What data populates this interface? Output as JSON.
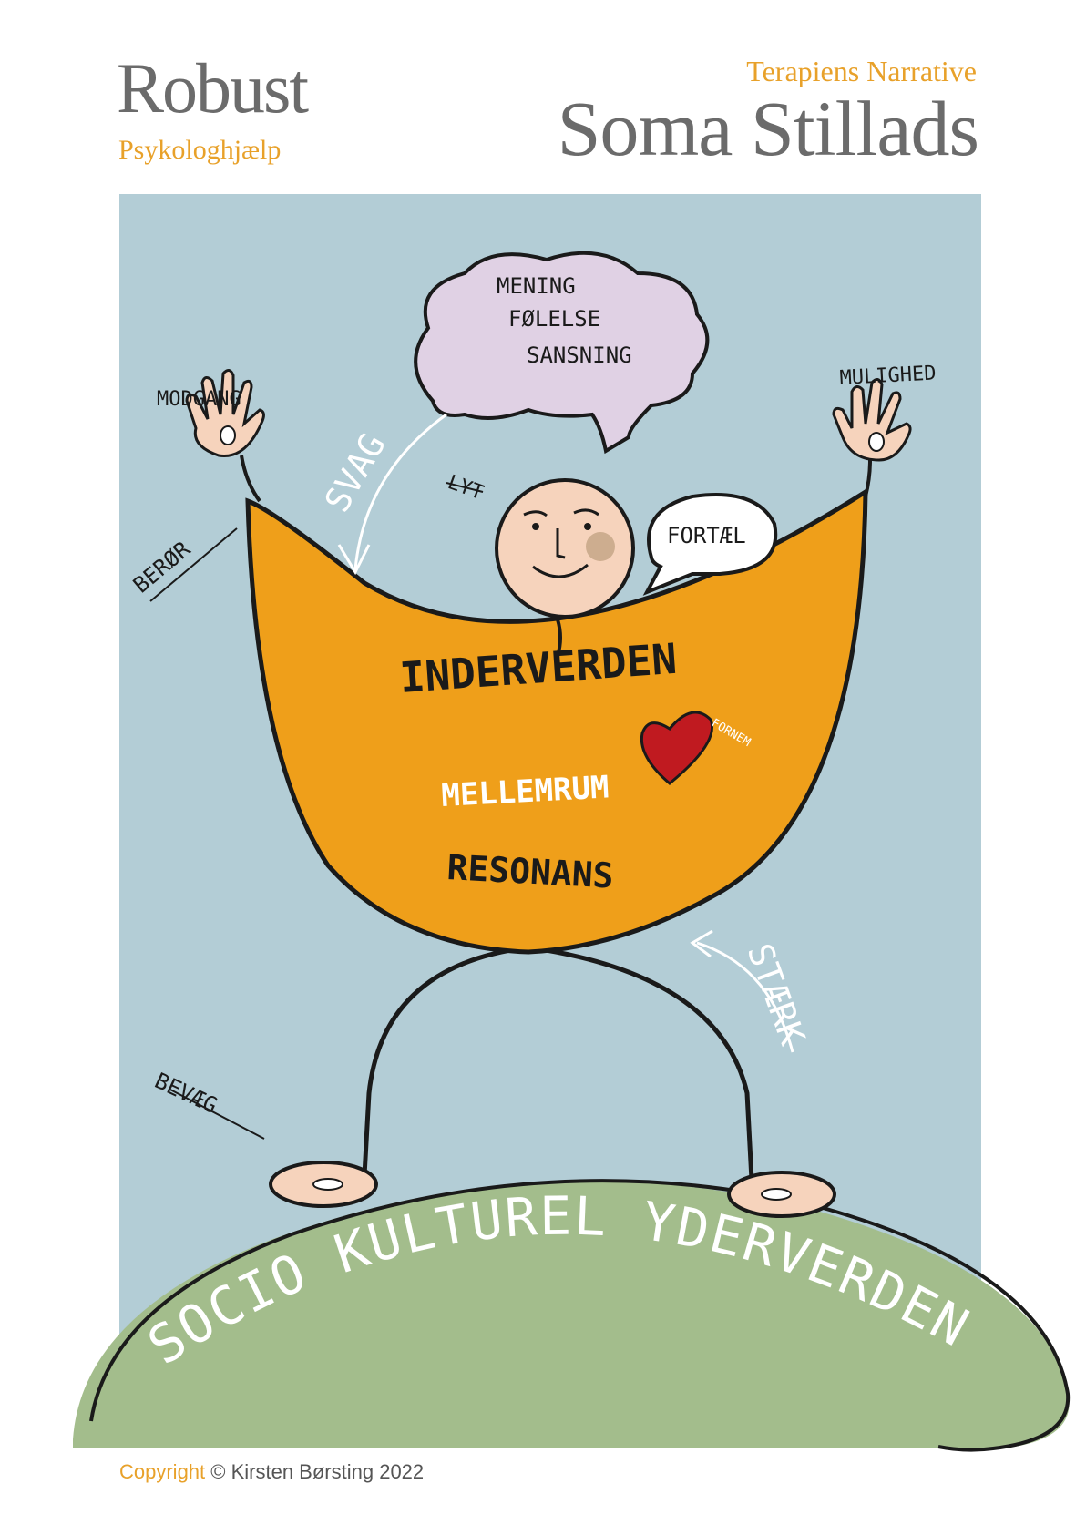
{
  "header": {
    "brand": "Robust",
    "brand_sub": "Psykologhjælp",
    "kicker": "Terapiens Narrative",
    "title": "Soma Stillads"
  },
  "illustration": {
    "thought_bubble": [
      "MENING",
      "FØLELSE",
      "SANSNING"
    ],
    "speech_bubble": "FORTÆL",
    "left_hand_label": "MODGANG",
    "right_hand_label": "MULIGHED",
    "face_label": "LYT",
    "left_arm_label": "BERØR",
    "down_arrow_label": "SVAG",
    "up_arrow_label": "STÆRK",
    "leg_label": "BEVÆG",
    "body_title": "INDERVERDEN",
    "body_middle": "MELLEMRUM",
    "heart_label": "FORNEM",
    "body_bottom": "RESONANS",
    "ground": "SOCIO KULTUREL YDERVERDEN"
  },
  "colors": {
    "sky": "#b3cdd6",
    "body_orange": "#ef9f1a",
    "thought_purple": "#e0d1e4",
    "ground_green": "#a3bd8c",
    "skin": "#f6d3bc",
    "heart_red": "#c01a20",
    "accent_orange": "#e8a12a",
    "title_gray": "#6b6b6b"
  },
  "footer": {
    "copyright_word": "Copyright",
    "copyright_rest": "© Kirsten Børsting 2022"
  }
}
